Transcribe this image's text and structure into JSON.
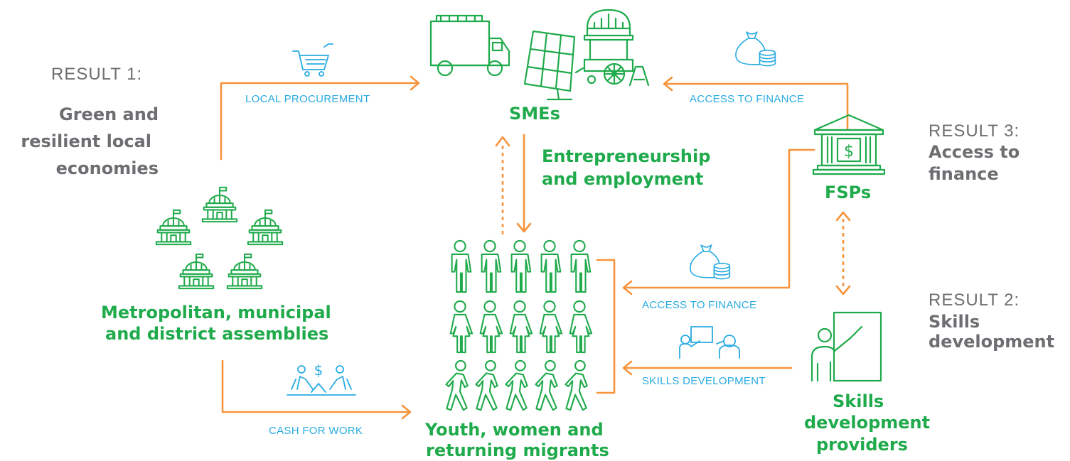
{
  "results": {
    "r1": {
      "heading": "RESULT 1:",
      "title_lines": [
        "Green and",
        "resilient local",
        "economies"
      ]
    },
    "r2": {
      "heading": "RESULT 2:",
      "title_lines": [
        "Skills",
        "development"
      ]
    },
    "r3": {
      "heading": "RESULT 3:",
      "title_lines": [
        "Access to",
        "finance"
      ]
    }
  },
  "nodes": {
    "smes": "SMEs",
    "entrepreneurship": [
      "Entrepreneurship",
      "and employment"
    ],
    "fsps": "FSPs",
    "assemblies": [
      "Metropolitan, municipal",
      "and district assemblies"
    ],
    "youth": [
      "Youth, women and",
      "returning migrants"
    ],
    "skills_providers": [
      "Skills",
      "development",
      "providers"
    ]
  },
  "flows": {
    "local_procurement": "LOCAL PROCUREMENT",
    "access_to_finance_top": "ACCESS TO FINANCE",
    "access_to_finance_mid": "ACCESS TO FINANCE",
    "skills_development": "SKILLS DEVELOPMENT",
    "cash_for_work": "CASH FOR WORK"
  },
  "icons": {
    "local_procurement": "shopping-cart-icon",
    "access_to_finance_top": "money-bag-coins-icon",
    "access_to_finance_mid": "money-bag-coins-icon",
    "skills_development": "classroom-icon",
    "cash_for_work": "workers-money-icon",
    "smes": [
      "delivery-truck-icon",
      "solar-panel-icon",
      "market-cart-icon"
    ],
    "fsps": "bank-icon",
    "assemblies": "government-building-icon",
    "youth": [
      "man-icon",
      "woman-icon",
      "walking-person-icon"
    ],
    "skills_providers": "teacher-board-icon"
  },
  "colors": {
    "node_text": "#1faa4b",
    "flow_text": "#29abe2",
    "arrows": "#f7943b",
    "result_text": "#6d6e71"
  }
}
